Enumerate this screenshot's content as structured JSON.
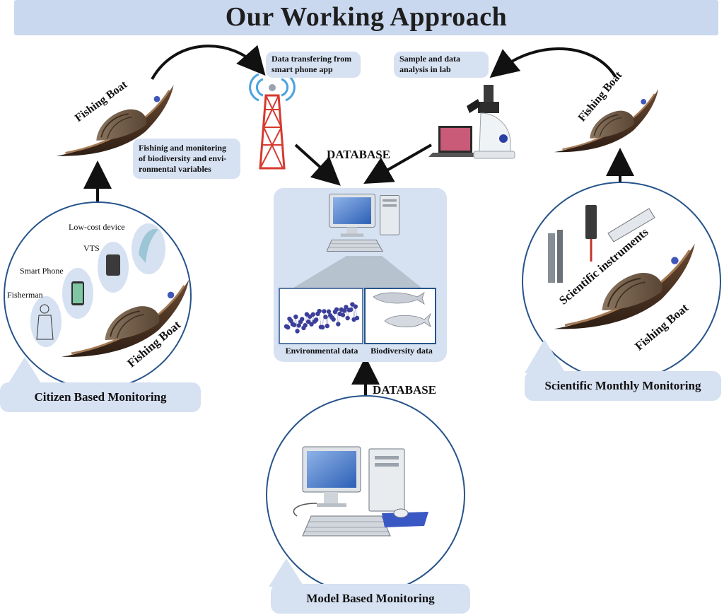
{
  "title": "Our Working Approach",
  "top_left": {
    "boat_label": "Fishing Boat",
    "note": "Fishinig and monitoring of biodiversity and environmental variables",
    "note_lines": [
      "Fishinig and monitoring",
      "of biodiversity and envi-",
      "ronmental variables"
    ]
  },
  "top_center": {
    "note_lines": [
      "Data transfering from",
      "smart phone app"
    ]
  },
  "top_right": {
    "note_lines": [
      "Sample and data",
      "analysis in lab"
    ],
    "boat_label": "Fishing Boat"
  },
  "database_top": "DATABASE",
  "database_bottom": "DATABASE",
  "citizen": {
    "items": [
      "Low-cost device",
      "VTS",
      "Smart Phone",
      "Fisherman"
    ],
    "boat_label": "Fishing Boat",
    "label": "Citizen Based Monitoring"
  },
  "scientific": {
    "instruments_label": "Scientific instruments",
    "boat_label": "Fishing Boat",
    "label": "Scientific Monthly Monitoring"
  },
  "database_panel": {
    "env_label": "Environmental data",
    "bio_label": "Biodiversity data"
  },
  "model": {
    "label": "Model Based Monitoring"
  },
  "colors": {
    "title_bg": "#c9d8ef",
    "pill_bg": "#d6e1f2",
    "circle_border": "#27548a",
    "scatter_dots": "#3b3f99"
  }
}
